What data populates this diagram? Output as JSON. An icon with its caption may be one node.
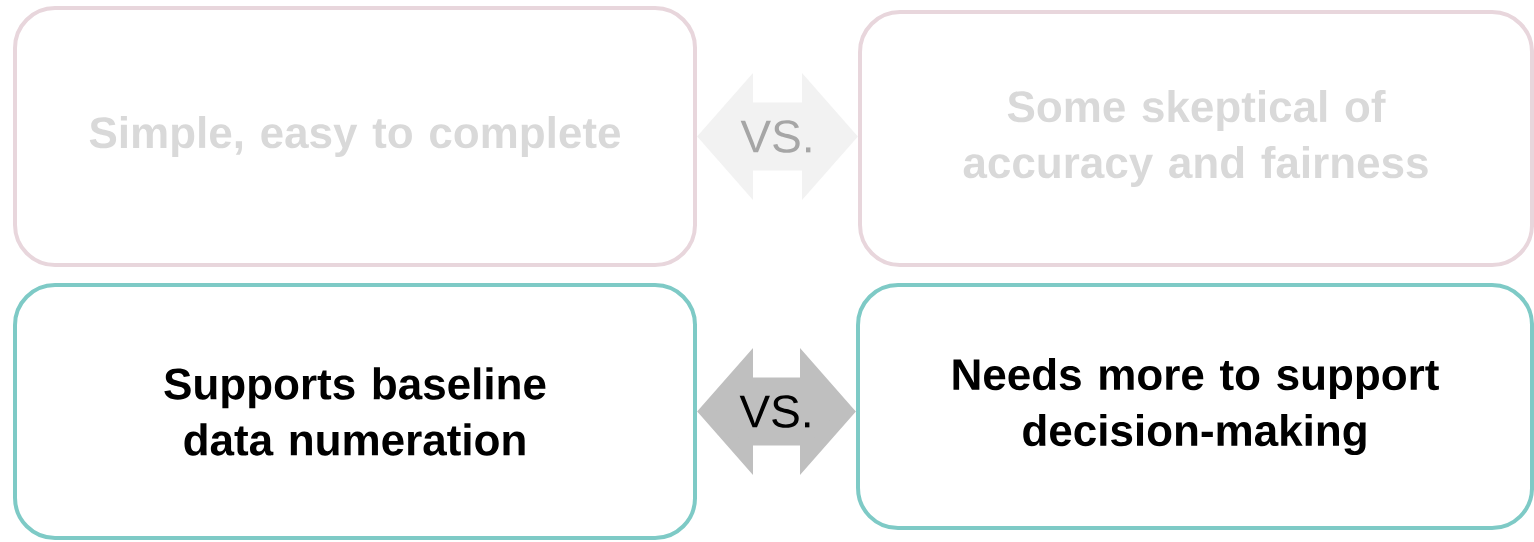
{
  "diagram": {
    "nodes": [
      {
        "text": [
          "Simple, easy to complete"
        ]
      },
      {
        "text": [
          "Some skeptical of accuracy and fairness"
        ]
      },
      {
        "text": [
          "Supports baseline data numeration"
        ]
      },
      {
        "text": [
          "Needs more to support decision-making"
        ]
      }
    ],
    "edges": [
      {
        "from": 0,
        "to": 1,
        "arrow": "both",
        "label": "VS.",
        "color": "#f2f2f2"
      },
      {
        "from": 2,
        "to": 3,
        "arrow": "both",
        "label": "VS.",
        "color": "#bfbfbf"
      }
    ]
  }
}
